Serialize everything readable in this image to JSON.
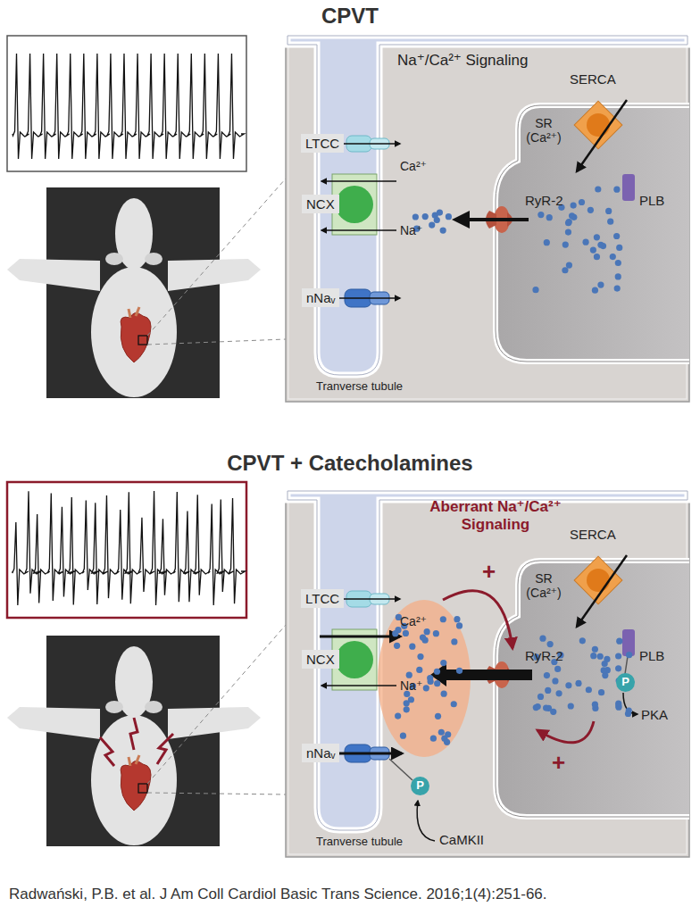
{
  "diagram": {
    "caption": "Radwański, P.B. et al. J Am Coll Cardiol Basic Trans Science. 2016;1(4):251-66.",
    "nodes": [
      {
        "text": [
          "Na⁺/Ca²⁺ Signaling"
        ]
      },
      {
        "text": [
          "LTCC"
        ],
        "in": 0
      },
      {
        "text": [
          "NCX"
        ],
        "in": 0
      },
      {
        "text": [
          "nNaᵥ"
        ],
        "in": 0
      },
      {
        "text": [
          "SR (Ca²⁺)"
        ],
        "in": 0
      },
      {
        "text": [
          "Aberrant Na⁺/Ca²⁺ Signaling"
        ]
      },
      {
        "text": [
          "LTCC"
        ],
        "in": 5
      },
      {
        "text": [
          "NCX"
        ],
        "in": 5
      },
      {
        "text": [
          "nNaᵥ"
        ],
        "in": 5
      },
      {
        "text": [
          "SR (Ca²⁺)"
        ],
        "in": 5
      },
      {
        "text": [
          "P"
        ],
        "in": 5
      },
      {
        "text": [
          "P"
        ],
        "in": 5
      }
    ],
    "labels": [
      "CPVT",
      "SERCA",
      "PLB",
      "Ca²⁺",
      "Na⁺",
      "RyR-2",
      "Tranverse tubule",
      "CPVT + Catecholamines",
      "+",
      "SERCA",
      "PLB",
      "Ca²⁺",
      "Na⁺",
      "RyR-2",
      "PKA",
      "+",
      "CaMKII",
      "Tranverse tubule"
    ]
  }
}
